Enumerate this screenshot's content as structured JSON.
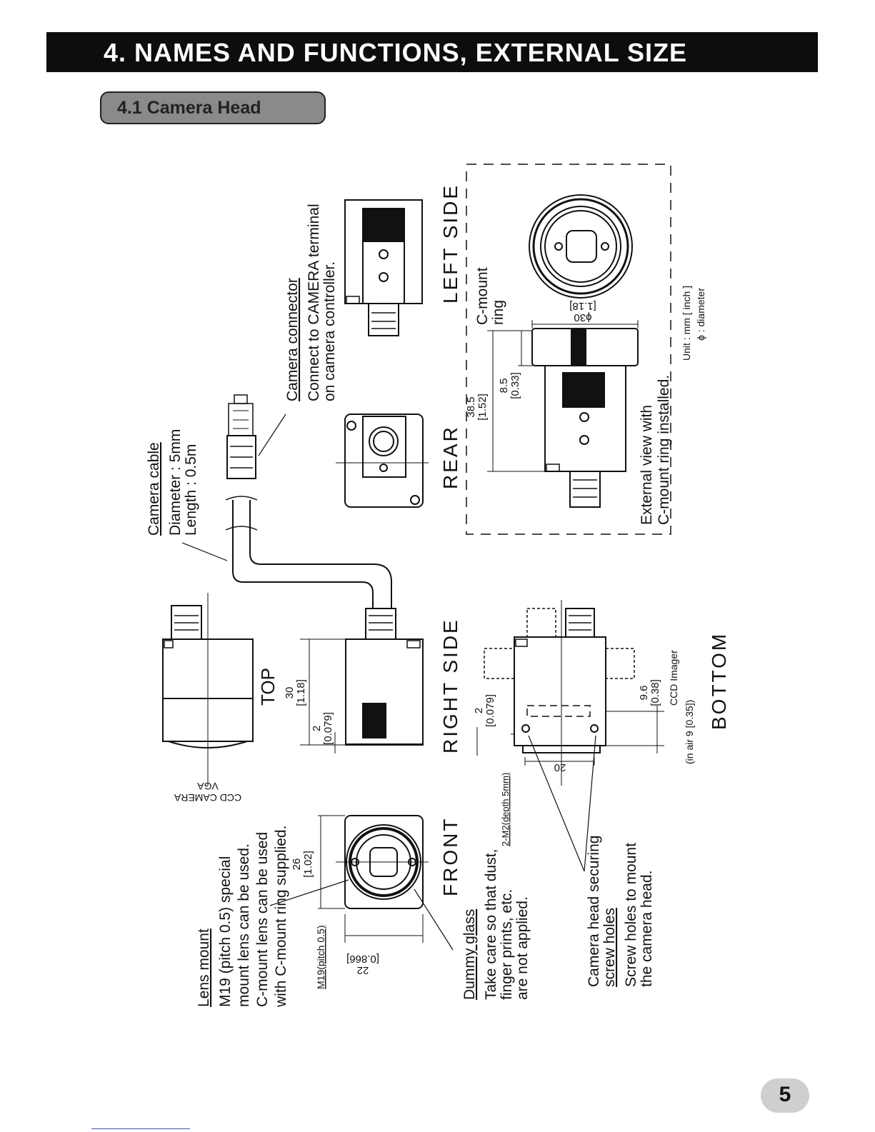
{
  "header": {
    "title": "4. NAMES AND FUNCTIONS, EXTERNAL SIZE"
  },
  "section": {
    "title": "4.1 Camera Head"
  },
  "views": {
    "top": "TOP",
    "front": "FRONT",
    "right_side": "RIGHT SIDE",
    "rear": "REAR",
    "left_side": "LEFT SIDE",
    "bottom": "BOTTOM"
  },
  "camera_label": {
    "line1": "CCD CAMERA",
    "line2": "VGA"
  },
  "lens_mount": {
    "title": "Lens mount",
    "lines": [
      "M19 (pitch 0.5) special",
      "mount lens can be used.",
      "C-mount lens can be used",
      "with C-mount ring supplied."
    ]
  },
  "dummy_glass": {
    "title": "Dummy glass",
    "lines": [
      "Take care so that dust,",
      "finger prints, etc.",
      "are not applied."
    ]
  },
  "screw_holes": {
    "title_lines": [
      "Camera head securing",
      "screw holes"
    ],
    "lines": [
      "Screw holes to mount",
      "the camera head."
    ]
  },
  "camera_cable": {
    "title": "Camera cable",
    "lines": [
      "Diameter : 5mm",
      "Length : 0.5m"
    ]
  },
  "camera_connector": {
    "title": "Camera connector",
    "lines": [
      "Connect to CAMERA terminal",
      "on camera controller."
    ]
  },
  "external_view": {
    "lines": [
      "External view with",
      "C-mount ring installed."
    ],
    "cmount_ring": [
      "C-mount",
      "ring"
    ]
  },
  "dimensions": {
    "front_width": {
      "mm": "22",
      "inch": "[0.866]"
    },
    "front_height": {
      "mm": "26",
      "inch": "[1.02]"
    },
    "front_thread": "M19(pitch 0.5)",
    "top_length": {
      "mm": "30",
      "inch": "[1.18]"
    },
    "top_offset": {
      "mm": "2",
      "inch": "[0.079]"
    },
    "bottom_offset": {
      "mm": "2",
      "inch": "[0.079]"
    },
    "screw_spec": "2-M2(depth 5mm)",
    "hole_spacing": "20",
    "imager_pos": {
      "mm": "9.6",
      "inch": "[0.38]"
    },
    "imager_label": "CCD Imager",
    "imager_air": "(in air 9 [0.35])",
    "overall_length": {
      "mm": "38.5",
      "inch": "[1.52]"
    },
    "ring_length": {
      "mm": "8.5",
      "inch": "[0.33]"
    },
    "ring_diameter": {
      "mm": "ϕ30",
      "inch": "[1.18]"
    }
  },
  "units": {
    "line1": "Unit : mm [ inch ]",
    "line2": "ϕ : diameter"
  },
  "page": {
    "number": "5"
  }
}
